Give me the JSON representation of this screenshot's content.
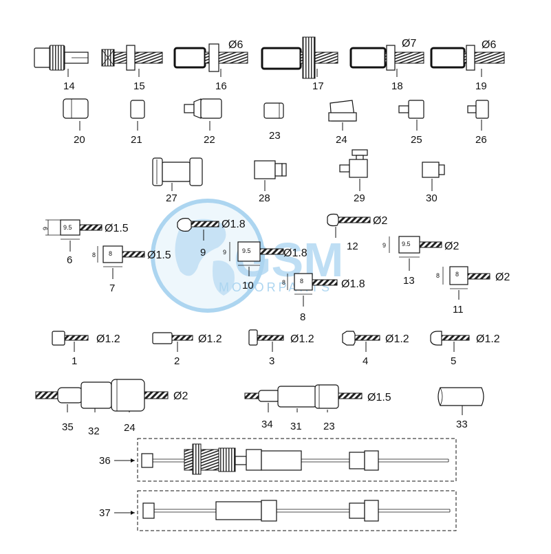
{
  "watermark": {
    "brand": "GSM",
    "sub": "MOTORPARTS",
    "color": "#4aa3e0"
  },
  "diameters": {
    "d16": "Ø6",
    "d18": "Ø7",
    "d19": "Ø6",
    "d6": "Ø1.5",
    "d7": "Ø1.5",
    "d9": "Ø1.8",
    "d10": "Ø1.8",
    "d12": "Ø2",
    "d13": "Ø2",
    "d11": "Ø2",
    "d8": "Ø1.8",
    "d1": "Ø1.2",
    "d2": "Ø1.2",
    "d3": "Ø1.2",
    "d4": "Ø1.2",
    "d5": "Ø1.2",
    "dA": "Ø2",
    "dB": "Ø1.5"
  },
  "dims": {
    "w6": "9.5",
    "h6": "9",
    "w7": "8",
    "h7": "8",
    "w10": "9.5",
    "h10": "9",
    "w13": "9.5",
    "h13": "9",
    "w11": "8",
    "h11": "8",
    "w8": "8",
    "h8": "8"
  },
  "labels": {
    "p14": "14",
    "p15": "15",
    "p16": "16",
    "p17": "17",
    "p18": "18",
    "p19": "19",
    "p20": "20",
    "p21": "21",
    "p22": "22",
    "p23": "23",
    "p24": "24",
    "p25": "25",
    "p26": "26",
    "p27": "27",
    "p28": "28",
    "p29": "29",
    "p30": "30",
    "p6": "6",
    "p7": "7",
    "p9": "9",
    "p10": "10",
    "p12": "12",
    "p13": "13",
    "p11": "11",
    "p8": "8",
    "p1": "1",
    "p2": "2",
    "p3": "3",
    "p4": "4",
    "p5": "5",
    "p35": "35",
    "p32": "32",
    "p24b": "24",
    "p34": "34",
    "p31": "31",
    "p23b": "23",
    "p33": "33",
    "p36": "36",
    "p37": "37"
  }
}
